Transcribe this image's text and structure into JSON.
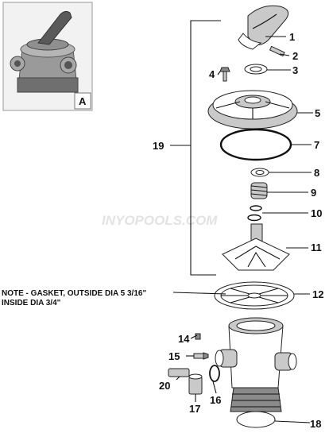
{
  "inset": {
    "letter": "A"
  },
  "parts": [
    {
      "num": "1"
    },
    {
      "num": "2"
    },
    {
      "num": "3"
    },
    {
      "num": "4"
    },
    {
      "num": "5"
    },
    {
      "num": "7"
    },
    {
      "num": "8"
    },
    {
      "num": "9"
    },
    {
      "num": "10"
    },
    {
      "num": "11"
    },
    {
      "num": "12"
    },
    {
      "num": "14"
    },
    {
      "num": "15"
    },
    {
      "num": "16"
    },
    {
      "num": "17"
    },
    {
      "num": "18"
    },
    {
      "num": "19"
    },
    {
      "num": "20"
    }
  ],
  "note": {
    "line1": "NOTE - GASKET, OUTSIDE DIA 5 3/16\"",
    "line2": "INSIDE DIA 3/4\""
  },
  "watermark": "INYOPOOLS.COM",
  "colors": {
    "line": "#111111",
    "shade": "#c9c9c9",
    "watermark": "#e3e3e3"
  }
}
